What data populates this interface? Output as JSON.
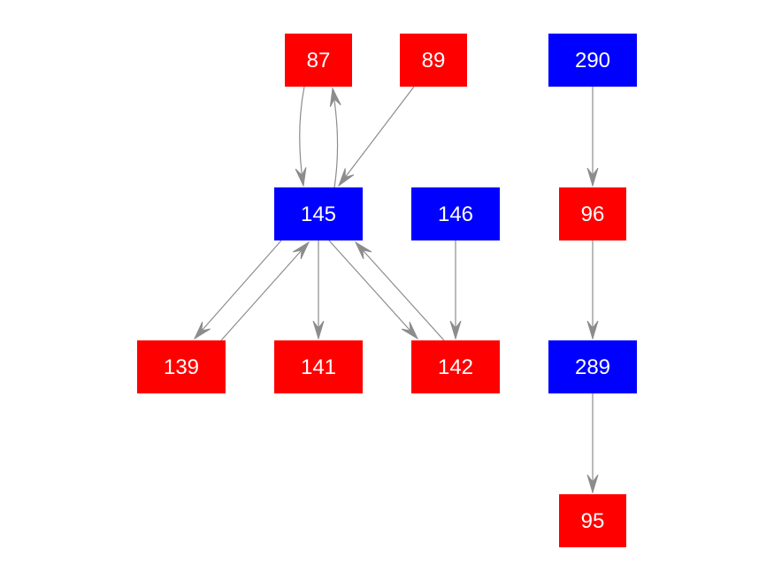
{
  "colors": {
    "red": "#ff0000",
    "blue": "#0000ff",
    "edge": "#8c8c8c",
    "label": "#ffffff"
  },
  "nodes": [
    {
      "id": "87",
      "label": "87",
      "color": "red"
    },
    {
      "id": "89",
      "label": "89",
      "color": "red"
    },
    {
      "id": "290",
      "label": "290",
      "color": "blue"
    },
    {
      "id": "145",
      "label": "145",
      "color": "blue"
    },
    {
      "id": "146",
      "label": "146",
      "color": "blue"
    },
    {
      "id": "96",
      "label": "96",
      "color": "red"
    },
    {
      "id": "139",
      "label": "139",
      "color": "red"
    },
    {
      "id": "141",
      "label": "141",
      "color": "red"
    },
    {
      "id": "142",
      "label": "142",
      "color": "red"
    },
    {
      "id": "289",
      "label": "289",
      "color": "blue"
    },
    {
      "id": "95",
      "label": "95",
      "color": "red"
    }
  ],
  "edges": [
    {
      "from": "87",
      "to": "145"
    },
    {
      "from": "145",
      "to": "87"
    },
    {
      "from": "89",
      "to": "145"
    },
    {
      "from": "145",
      "to": "139"
    },
    {
      "from": "139",
      "to": "145"
    },
    {
      "from": "145",
      "to": "141"
    },
    {
      "from": "145",
      "to": "142"
    },
    {
      "from": "142",
      "to": "145"
    },
    {
      "from": "146",
      "to": "142"
    },
    {
      "from": "290",
      "to": "96"
    },
    {
      "from": "96",
      "to": "289"
    },
    {
      "from": "289",
      "to": "95"
    }
  ]
}
